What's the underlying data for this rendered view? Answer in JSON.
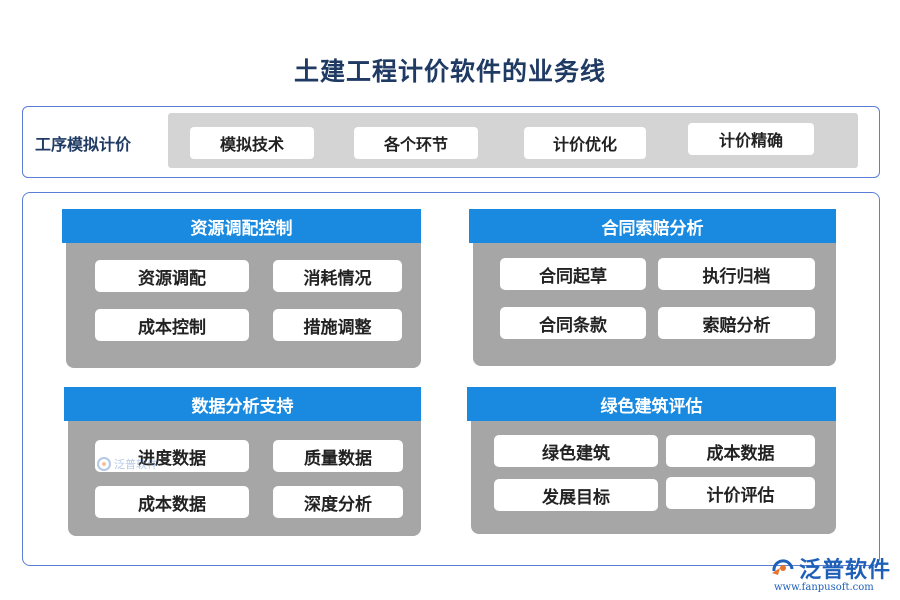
{
  "title": "土建工程计价软件的业务线",
  "top_row": {
    "label": "工序模拟计价",
    "items": [
      "模拟技术",
      "各个环节",
      "计价优化",
      "计价精确"
    ]
  },
  "modules": [
    {
      "title": "资源调配控制",
      "items": [
        "资源调配",
        "消耗情况",
        "成本控制",
        "措施调整"
      ]
    },
    {
      "title": "合同索赔分析",
      "items": [
        "合同起草",
        "执行归档",
        "合同条款",
        "索赔分析"
      ]
    },
    {
      "title": "数据分析支持",
      "items": [
        "进度数据",
        "质量数据",
        "成本数据",
        "深度分析"
      ]
    },
    {
      "title": "绿色建筑评估",
      "items": [
        "绿色建筑",
        "成本数据",
        "发展目标",
        "计价评估"
      ]
    }
  ],
  "watermark": {
    "text": "泛普软件"
  },
  "brand": {
    "name": "泛普软件",
    "url": "www.fanpusoft.com"
  },
  "colors": {
    "header_blue": "#1a8ae0",
    "title_navy": "#1f3a63",
    "frame_border": "#5b7fd6",
    "module_gray": "#a6a6a6",
    "strip_gray": "#d4d4d4"
  }
}
